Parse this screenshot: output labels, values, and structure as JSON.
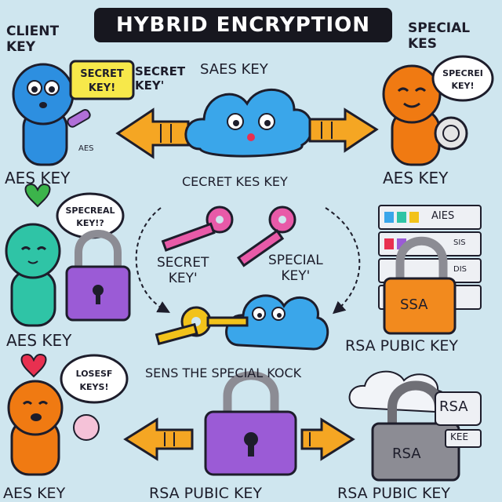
{
  "title": "HYBRID ENCRYPTION",
  "labels": {
    "client_key": "CLIENT\nKEY",
    "special_kes": "SPECIAL\nKES",
    "secret_key_bubble": "SECRET\nKEY!",
    "secret_key_side": "SECRET\nKEY'",
    "saes_key": "SAES KEY",
    "special_key_bubble": "SPECREI\nKEY!",
    "aes_small": "AES",
    "aes_key_1": "AES KEY",
    "cecret_kes_key": "CECRET KES KEY",
    "aes_key_2": "AES KEY",
    "specreal_key_bubble": "SPECREAL\nKEY!?",
    "secret_key_mid": "SECRET\nKEY'",
    "special_key_mid": "SPECIAL\nKEY'",
    "aes_key_3": "AES KEY",
    "rsa_lock": "SSA",
    "server_ales": "AIES",
    "server_sis": "SIS",
    "server_dis": "DIS",
    "rsa_pubic_key_1": "RSA PUBIC KEY",
    "sens_special": "SENS THE SPECIAL KOCK",
    "losesf_bubble": "LOSESF\nKEYS!",
    "rsa_sign": "RSA",
    "rsa_lock2": "RSA",
    "kee_sign": "KEE",
    "aes_key_4": "AES KEY",
    "rsa_pubic_key_2": "RSA PUBIC KEY",
    "rsa_pubic_key_3": "RSA PUBIC KEY"
  },
  "colors": {
    "background": "#cfe6ef",
    "blue_char": "#2d8fe0",
    "orange_char": "#f07a12",
    "teal_char": "#2fc4a6",
    "cloud": "#3aa6ea",
    "arrow": "#f5a623",
    "key_pink": "#e85aa8",
    "key_yellow": "#f2c21a",
    "lock_purple": "#9b5bd6",
    "lock_orange": "#f28a1e",
    "lock_gray": "#8c8c94",
    "heart_green": "#3cb44b",
    "heart_red": "#e83050"
  }
}
